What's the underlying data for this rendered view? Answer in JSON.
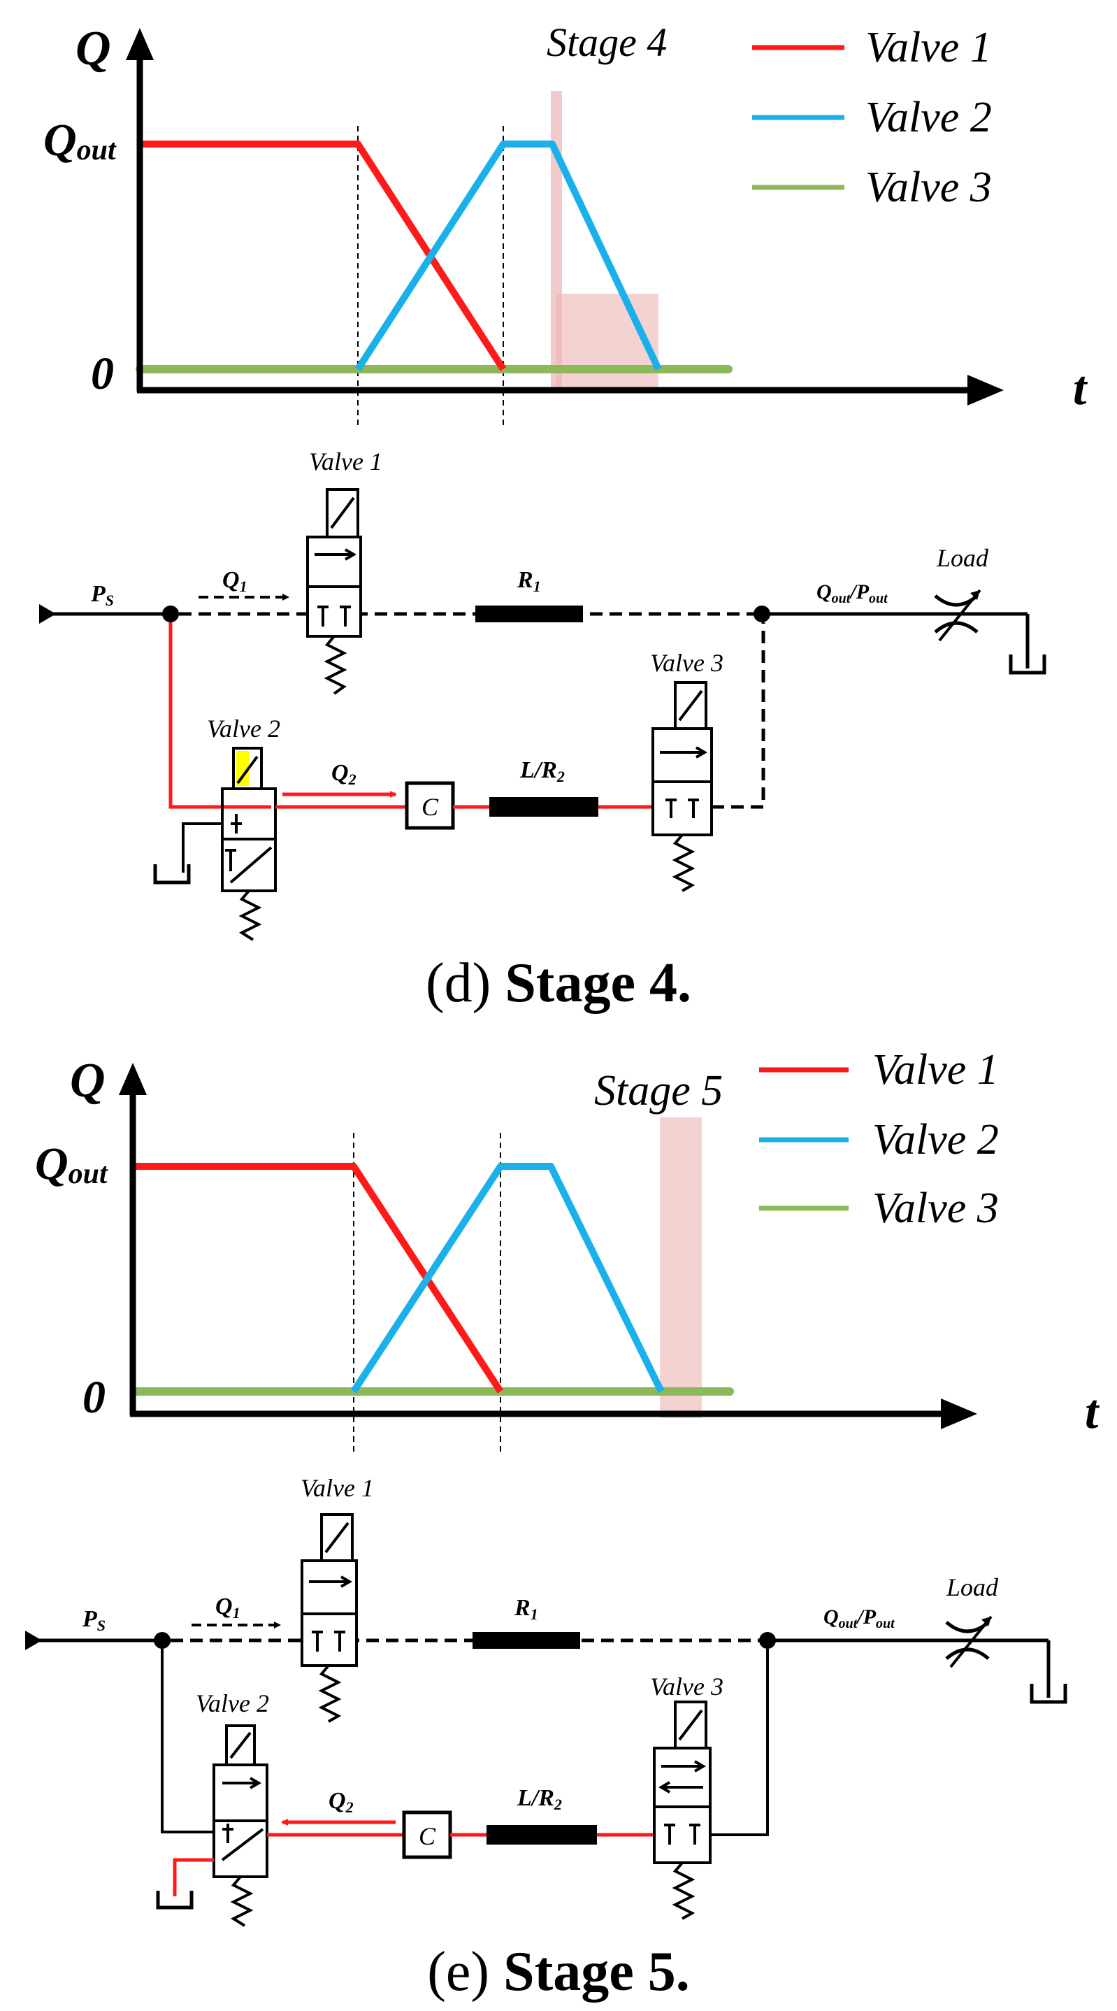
{
  "colors": {
    "valve1": "#ff1a1a",
    "valve2": "#1ab0ea",
    "valve3": "#8db85a",
    "highlight": "#eeb4b4",
    "solenoid_active": "#ffff00",
    "line": "#000000"
  },
  "panel_d": {
    "caption_letter": "(d)",
    "caption_text": "Stage 4.",
    "chart": {
      "y_axis_label": "Q",
      "x_axis_label": "t",
      "y_tick_top": "Q",
      "y_tick_top_sub": "out",
      "y_tick_zero": "0",
      "stage_label": "Stage 4",
      "legend": [
        "Valve 1",
        "Valve 2",
        "Valve 3"
      ]
    },
    "circuit": {
      "supply": "P",
      "supply_sub": "S",
      "q1": "Q",
      "q1_sub": "1",
      "q2": "Q",
      "q2_sub": "2",
      "r1": "R",
      "r1_sub": "1",
      "lr2": "L/R",
      "lr2_sub": "2",
      "cap": "C",
      "out_q": "Q",
      "out_q_sub": "out",
      "out_p": "/P",
      "out_p_sub": "out",
      "load": "Load",
      "valve1": "Valve 1",
      "valve2": "Valve 2",
      "valve3": "Valve 3"
    }
  },
  "panel_e": {
    "caption_letter": "(e)",
    "caption_text": "Stage 5.",
    "chart": {
      "y_axis_label": "Q",
      "x_axis_label": "t",
      "y_tick_top": "Q",
      "y_tick_top_sub": "out",
      "y_tick_zero": "0",
      "stage_label": "Stage 5",
      "legend": [
        "Valve 1",
        "Valve 2",
        "Valve 3"
      ]
    },
    "circuit": {
      "supply": "P",
      "supply_sub": "S",
      "q1": "Q",
      "q1_sub": "1",
      "q2": "Q",
      "q2_sub": "2",
      "r1": "R",
      "r1_sub": "1",
      "lr2": "L/R",
      "lr2_sub": "2",
      "cap": "C",
      "out_q": "Q",
      "out_q_sub": "out",
      "out_p": "/P",
      "out_p_sub": "out",
      "load": "Load",
      "valve1": "Valve 1",
      "valve2": "Valve 2",
      "valve3": "Valve 3"
    }
  }
}
